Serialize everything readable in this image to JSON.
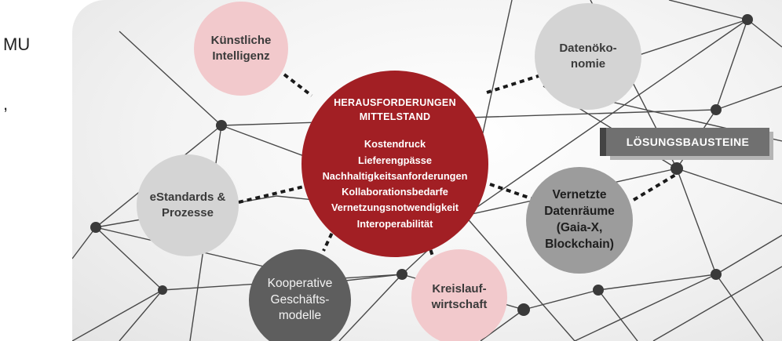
{
  "left_text": {
    "line1": "MU",
    "line2": ","
  },
  "center": {
    "title": "HERAUSFORDERUNGEN\nMITTELSTAND",
    "items": [
      "Kostendruck",
      "Lieferengpässe",
      "Nachhaltigkeitsanforderungen",
      "Kollaborationsbedarfe",
      "Vernetzungsnotwendigkeit",
      "Interoperabilität"
    ]
  },
  "bubbles": {
    "ki": "Künstliche\nIntelligenz",
    "datenoekonomie": "Datenöko-\nnomie",
    "estandards": "eStandards &\nProzesse",
    "datenraeume": "Vernetzte\nDatenräume\n(Gaia-X,\nBlockchain)",
    "kooperative": "Kooperative\nGeschäfts-\nmodelle",
    "kreislauf": "Kreislauf-\nwirtschaft"
  },
  "banner": {
    "label": "LÖSUNGSBAUSTEINE"
  },
  "colors": {
    "center_red": "#a21f24",
    "pink": "#f2c9cc",
    "light_gray": "#d4d4d4",
    "mid_gray": "#9c9c9c",
    "dark_gray": "#5e5e5e",
    "banner": "#707070"
  }
}
